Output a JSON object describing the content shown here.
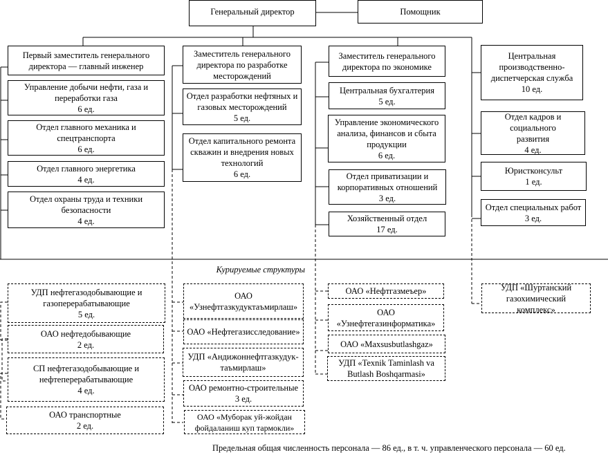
{
  "top": {
    "director": "Генеральный директор",
    "assistant": "Помощник"
  },
  "col1": [
    {
      "name": "Первый заместитель генерального директора — главный инженер"
    },
    {
      "name": "Управление добычи нефти, газа и переработки газа",
      "staff": "6 ед."
    },
    {
      "name": "Отдел главного механика и спецтранспорта",
      "staff": "6 ед."
    },
    {
      "name": "Отдел главного энергетика",
      "staff": "4 ед."
    },
    {
      "name": "Отдел охраны труда и техники безопасности",
      "staff": "4 ед."
    }
  ],
  "col2": [
    {
      "name": "Заместитель генерального директора по разработке месторождений"
    },
    {
      "name": "Отдел разработки нефтяных и газовых месторождений",
      "staff": "5 ед."
    },
    {
      "name": "Отдел капитального ремонта скважин и внедрения новых технологий",
      "staff": "6 ед."
    }
  ],
  "col3": [
    {
      "name": "Заместитель генерального директора по экономике"
    },
    {
      "name": "Центральная бухгалтерия",
      "staff": "5 ед."
    },
    {
      "name": "Управление экономического анализа, финансов и сбыта продукции",
      "staff": "6 ед."
    },
    {
      "name": "Отдел приватизации и корпоративных отношений",
      "staff": "3 ед."
    },
    {
      "name": "Хозяйственный отдел",
      "staff": "17 ед."
    }
  ],
  "col4": [
    {
      "name": "Центральная производственно-диспетчерская служба",
      "staff": "10 ед."
    },
    {
      "name": "Отдел кадров и социального развития",
      "staff": "4 ед."
    },
    {
      "name": "Юристконсульт",
      "staff": "1 ед."
    },
    {
      "name": "Отдел специальных работ",
      "staff": "3 ед."
    }
  ],
  "supervised_title": "Курируемые структуры",
  "sup1": [
    {
      "name": "УДП нефтегазодобывающие и газоперерабатывающие",
      "staff": "5 ед."
    },
    {
      "name": "ОАО нефтедобывающие",
      "staff": "2 ед."
    },
    {
      "name": "СП нефтегазодобывающие и нефтеперерабатывающие",
      "staff": "4 ед."
    },
    {
      "name": "ОАО транспортные",
      "staff": "2 ед."
    }
  ],
  "sup2": [
    {
      "name": "ОАО «Узнефтгазкудуктаъмирлаш»"
    },
    {
      "name": "ОАО «Нефтегазисследование»"
    },
    {
      "name": "УДП «Андижоннефтгазкудук-таъмирлаш»"
    },
    {
      "name": "ОАО ремонтно-строительные",
      "staff": "3 ед."
    },
    {
      "name": "ОАО «Муборак уй-жойдан фойдаланиш куп тармокли»"
    }
  ],
  "sup3": [
    {
      "name": "ОАО «Нефтгазмеъер»"
    },
    {
      "name": "ОАО «Узнефтегазинформатика»"
    },
    {
      "name": "ОАО «Maxsusbutlashgaz»"
    },
    {
      "name": "УДП «Texnik Taminlash va Butlash Boshqarmasi»"
    }
  ],
  "sup4": [
    {
      "name": "УДП «Шуртанский газохимический комплекс»"
    }
  ],
  "footer": "Предельная общая численность персонала — 86 ед., в т. ч. управленческого персонала — 60 ед."
}
